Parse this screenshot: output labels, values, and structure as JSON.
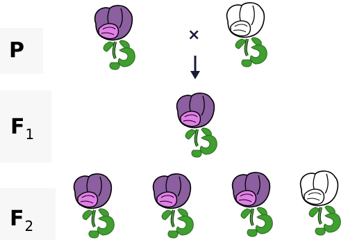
{
  "labels": {
    "p": "P",
    "f1_main": "F",
    "f1_sub": "1",
    "f2_main": "F",
    "f2_sub": "2"
  },
  "cross_symbol": "×",
  "colors": {
    "purple_petal": "#8b5fa0",
    "purple_inner": "#e07fe6",
    "white_petal": "#ffffff",
    "stem_green": "#3f9f2f",
    "outline": "#000000",
    "arrow": "#1a1a3a"
  },
  "generations": {
    "p": [
      "purple",
      "white"
    ],
    "f1": [
      "purple"
    ],
    "f2": [
      "purple",
      "purple",
      "purple",
      "white"
    ]
  }
}
